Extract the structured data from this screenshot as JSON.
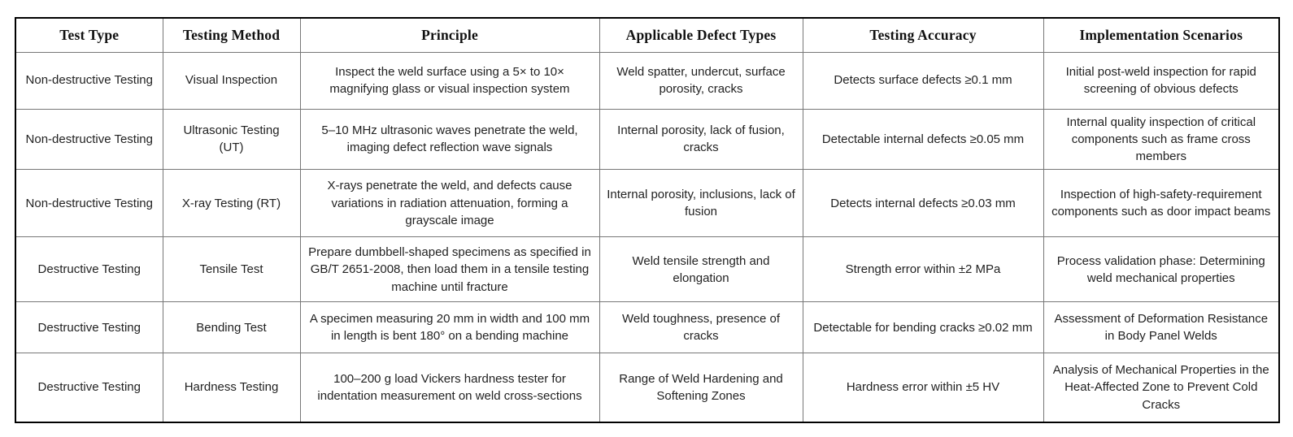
{
  "colors": {
    "outer_border": "#000000",
    "inner_border": "#777777",
    "header_text": "#111111",
    "body_text": "#222222",
    "background": "#ffffff"
  },
  "table": {
    "columns": {
      "test_type": "Test Type",
      "method": "Testing Method",
      "principle": "Principle",
      "defects": "Applicable Defect Types",
      "accuracy": "Testing Accuracy",
      "scenario": "Implementation Scenarios"
    },
    "rows": [
      {
        "test_type": "Non-destructive Testing",
        "method": "Visual Inspection",
        "principle": "Inspect the weld surface using a 5× to 10× magnifying glass or visual inspection system",
        "defects": "Weld spatter, undercut, surface porosity, cracks",
        "accuracy": "Detects surface defects ≥0.1 mm",
        "scenario": "Initial post-weld inspection for rapid screening of obvious defects"
      },
      {
        "test_type": "Non-destructive Testing",
        "method": "Ultrasonic Testing (UT)",
        "principle": "5–10 MHz ultrasonic waves penetrate the weld, imaging defect reflection wave signals",
        "defects": "Internal porosity, lack of fusion, cracks",
        "accuracy": "Detectable internal defects ≥0.05 mm",
        "scenario": "Internal quality inspection of critical components such as frame cross members"
      },
      {
        "test_type": "Non-destructive Testing",
        "method": "X-ray Testing (RT)",
        "principle": "X-rays penetrate the weld, and defects cause variations in radiation attenuation, forming a grayscale image",
        "defects": "Internal porosity, inclusions, lack of fusion",
        "accuracy": "Detects internal defects ≥0.03 mm",
        "scenario": "Inspection of high-safety-requirement components such as door impact beams"
      },
      {
        "test_type": "Destructive Testing",
        "method": "Tensile Test",
        "principle": "Prepare dumbbell-shaped specimens as specified in GB/T 2651-2008, then load them in a tensile testing machine until fracture",
        "defects": "Weld tensile strength and elongation",
        "accuracy": "Strength error within ±2 MPa",
        "scenario": "Process validation phase: Determining weld mechanical properties"
      },
      {
        "test_type": "Destructive Testing",
        "method": "Bending Test",
        "principle": "A specimen measuring 20 mm in width and 100 mm in length is bent 180° on a bending machine",
        "defects": "Weld toughness, presence of cracks",
        "accuracy": "Detectable for bending cracks ≥0.02 mm",
        "scenario": "Assessment of Deformation Resistance in Body Panel Welds"
      },
      {
        "test_type": "Destructive Testing",
        "method": "Hardness Testing",
        "principle": "100–200 g load Vickers hardness tester for indentation measurement on weld cross-sections",
        "defects": "Range of Weld Hardening and Softening Zones",
        "accuracy": "Hardness error within ±5 HV",
        "scenario": "Analysis of Mechanical Properties in the Heat-Affected Zone to Prevent Cold Cracks"
      }
    ]
  }
}
